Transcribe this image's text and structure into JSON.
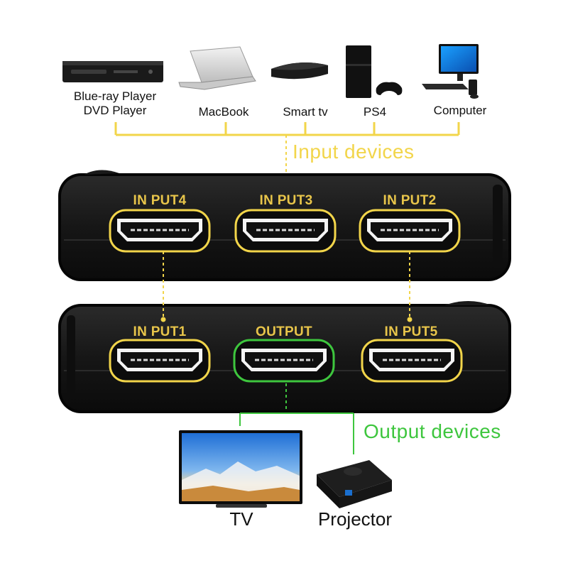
{
  "devices": {
    "input": [
      {
        "label": "Blue-ray Player\nDVD Player",
        "icon": "bluray-player-icon"
      },
      {
        "label": "MacBook",
        "icon": "laptop-icon"
      },
      {
        "label": "Smart tv",
        "icon": "smart-tv-box-icon"
      },
      {
        "label": "PS4",
        "icon": "game-console-icon"
      },
      {
        "label": "Computer",
        "icon": "desktop-computer-icon"
      }
    ],
    "output": [
      {
        "label": "TV",
        "icon": "tv-icon"
      },
      {
        "label": "Projector",
        "icon": "projector-icon"
      }
    ]
  },
  "sections": {
    "input_title": "Input devices",
    "output_title": "Output devices"
  },
  "switch": {
    "top_ports": [
      "IN PUT4",
      "IN PUT3",
      "IN PUT2"
    ],
    "bottom_ports": [
      "IN PUT1",
      "OUTPUT",
      "IN PUT5"
    ]
  },
  "colors": {
    "input_accent": "#f2d54a",
    "port_label": "#e8c54a",
    "output_accent": "#3ec63e",
    "device_body": "#141414"
  }
}
